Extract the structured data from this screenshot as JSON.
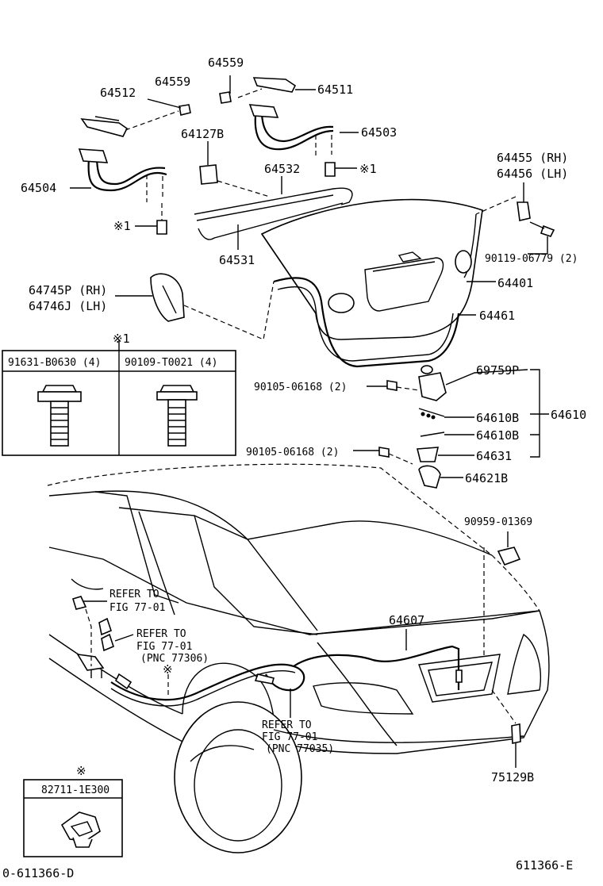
{
  "labels": {
    "p64559a": "64559",
    "p64511": "64511",
    "p64512": "64512",
    "p64559b": "64559",
    "p64503": "64503",
    "p64127b": "64127B",
    "p64532": "64532",
    "star1a": "※1",
    "p64504": "64504",
    "p64455": "64455 (RH)",
    "p64456": "64456 (LH)",
    "star1b": "※1",
    "p90119": "90119-06779 (2)",
    "p64531": "64531",
    "p64401": "64401",
    "p64745": "64745P (RH)",
    "p64746": "64746J (LH)",
    "p64461": "64461",
    "star1c": "※1",
    "p69759": "69759P",
    "p90105a": "90105-06168 (2)",
    "p64610b1": "64610B",
    "p64610": "64610",
    "p64610b2": "64610B",
    "p90105b": "90105-06168 (2)",
    "p64631": "64631",
    "p64621b": "64621B",
    "p90959": "90959-01369",
    "refer1a": "REFER TO",
    "refer1b": "FIG 77-01",
    "refer2a": "REFER TO",
    "refer2b": "FIG 77-01",
    "refer2c": "(PNC 77306)",
    "star2": "※",
    "p64607": "64607",
    "refer3a": "REFER TO",
    "refer3b": "FIG 77-01",
    "refer3c": "(PNC 77035)",
    "p75129b": "75129B",
    "star3": "※",
    "code_left": "0-611366-D",
    "code_right": "611366-E"
  },
  "bolt_table": {
    "col1": "91631-B0630 (4)",
    "col2": "90109-T0021 (4)"
  },
  "clip_table": {
    "header": "82711-1E300"
  }
}
